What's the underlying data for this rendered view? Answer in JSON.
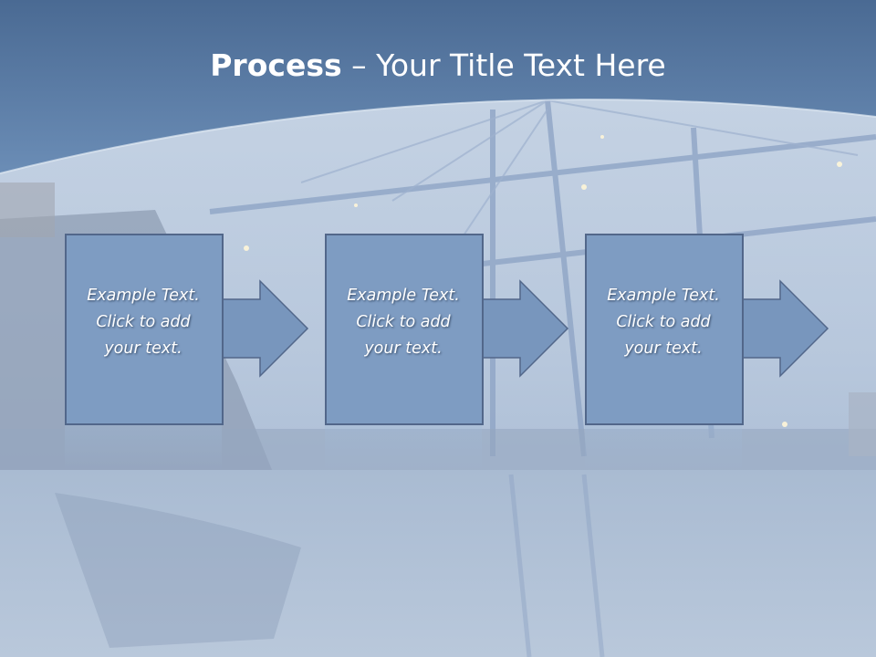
{
  "slide": {
    "title_bold": "Process",
    "title_rest": " – Your Title Text Here"
  },
  "steps": [
    {
      "text": "Example Text.\nClick  to add\nyour text."
    },
    {
      "text": "Example Text.\nClick  to add\nyour text."
    },
    {
      "text": "Example Text.\nClick  to add\nyour text."
    }
  ],
  "colors": {
    "header": "#4d6e98",
    "box_fill": "#7e9cc2",
    "box_border": "#52678a",
    "arrow_fill": "#7896bd"
  }
}
